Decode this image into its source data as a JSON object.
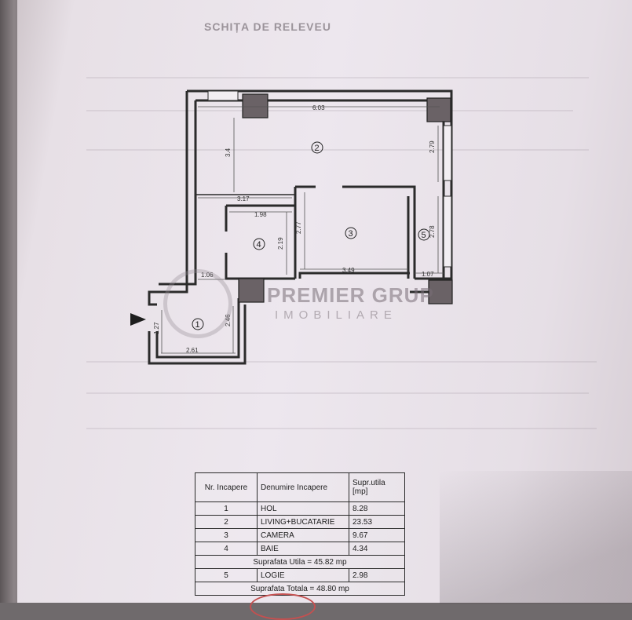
{
  "document": {
    "heading": "SCHIȚA DE RELEVEU"
  },
  "watermark": {
    "brand": "PREMIER GRUP",
    "sub": "IMOBILIARE"
  },
  "plan": {
    "rooms": [
      "1",
      "2",
      "3",
      "4",
      "5"
    ],
    "dimensions": {
      "top_width": "6.03",
      "hall_height": "3.4",
      "hall_width": "3.17",
      "bath_width": "1.98",
      "bath_height": "2.19",
      "room3_height": "2.77",
      "room3_width": "3.49",
      "loggia_top": "2.79",
      "loggia_height": "2.78",
      "loggia_width": "1.07",
      "corridor_width": "1.06",
      "entry_height": "1.27",
      "entry_side": "2.46",
      "entry_width": "2.61"
    }
  },
  "table": {
    "headers": {
      "nr": "Nr. Incapere",
      "name": "Denumire Incapere",
      "area": "Supr.utila [mp]"
    },
    "rows": [
      {
        "nr": "1",
        "name": "HOL",
        "area": "8.28"
      },
      {
        "nr": "2",
        "name": "LIVING+BUCATARIE",
        "area": "23.53"
      },
      {
        "nr": "3",
        "name": "CAMERA",
        "area": "9.67"
      },
      {
        "nr": "4",
        "name": "BAIE",
        "area": "4.34"
      }
    ],
    "useful_total": "Suprafata Utila = 45.82 mp",
    "extra_row": {
      "nr": "5",
      "name": "LOGIE",
      "area": "2.98"
    },
    "grand_total": "Suprafata Totala = 48.80 mp"
  }
}
